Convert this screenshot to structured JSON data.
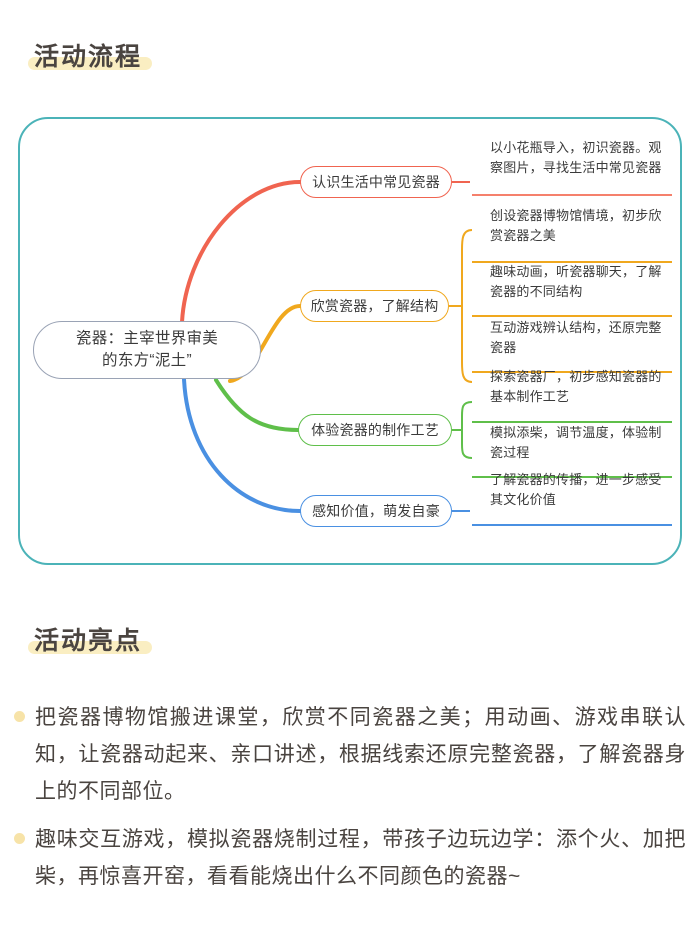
{
  "sections": {
    "flow": {
      "title": "活动流程"
    },
    "highlights": {
      "title": "活动亮点"
    }
  },
  "colors": {
    "frame": "#4bb3b8",
    "highlight_bar": "#faeec2",
    "bullet_dot": "#f7e3a8",
    "center_border": "#9aa3b5",
    "branch_1": "#f06450",
    "branch_2": "#f0a81e",
    "branch_3": "#5fbf4a",
    "branch_4": "#4a90e2"
  },
  "mindmap": {
    "center": {
      "label": "瓷器：主宰世界审美\n的东方“泥土”"
    },
    "branches": [
      {
        "label": "认识生活中常见瓷器",
        "color": "#f06450",
        "leaves": [
          {
            "text": "以小花瓶导入，初识瓷器。观\n察图片，寻找生活中常见瓷器"
          }
        ]
      },
      {
        "label": "欣赏瓷器，了解结构",
        "color": "#f0a81e",
        "leaves": [
          {
            "text": "创设瓷器博物馆情境，初步欣\n赏瓷器之美"
          },
          {
            "text": "趣味动画，听瓷器聊天，了解\n瓷器的不同结构"
          },
          {
            "text": "互动游戏辨认结构，还原完整\n瓷器"
          }
        ]
      },
      {
        "label": "体验瓷器的制作工艺",
        "color": "#5fbf4a",
        "leaves": [
          {
            "text": "探索瓷器厂，初步感知瓷器的\n基本制作工艺"
          },
          {
            "text": "模拟添柴，调节温度，体验制\n瓷过程"
          }
        ]
      },
      {
        "label": "感知价值，萌发自豪",
        "color": "#4a90e2",
        "leaves": [
          {
            "text": "了解瓷器的传播，进一步感受\n其文化价值"
          }
        ]
      }
    ]
  },
  "highlights": {
    "items": [
      {
        "text": "把瓷器博物馆搬进课堂，欣赏不同瓷器之美；用动画、游戏串联认知，让瓷器动起来、亲口讲述，根据线索还原完整瓷器，了解瓷器身上的不同部位。"
      },
      {
        "text": "趣味交互游戏，模拟瓷器烧制过程，带孩子边玩边学：添个火、加把柴，再惊喜开窑，看看能烧出什么不同颜色的瓷器~"
      }
    ]
  }
}
